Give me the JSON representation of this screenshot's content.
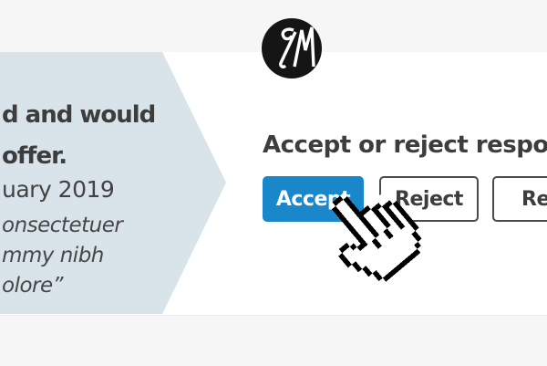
{
  "logo": {
    "monogram": "GM"
  },
  "testimonial": {
    "headline_line1": "d and would",
    "headline_line2": "offer.",
    "date": "uary 2019",
    "quote_line1": "onsectetuer",
    "quote_line2": "mmy nibh",
    "quote_line3": "olore”"
  },
  "response_section": {
    "heading": "Accept or reject respon",
    "accept_label": "Accept",
    "reject_label": "Reject",
    "third_label": "Rep"
  },
  "colors": {
    "accent_blue": "#1b87cb",
    "panel_blue": "#d8e4e9",
    "text_dark": "#3d3d3d",
    "band_gray": "#f6f6f6",
    "button_border": "#4a4a4a"
  }
}
